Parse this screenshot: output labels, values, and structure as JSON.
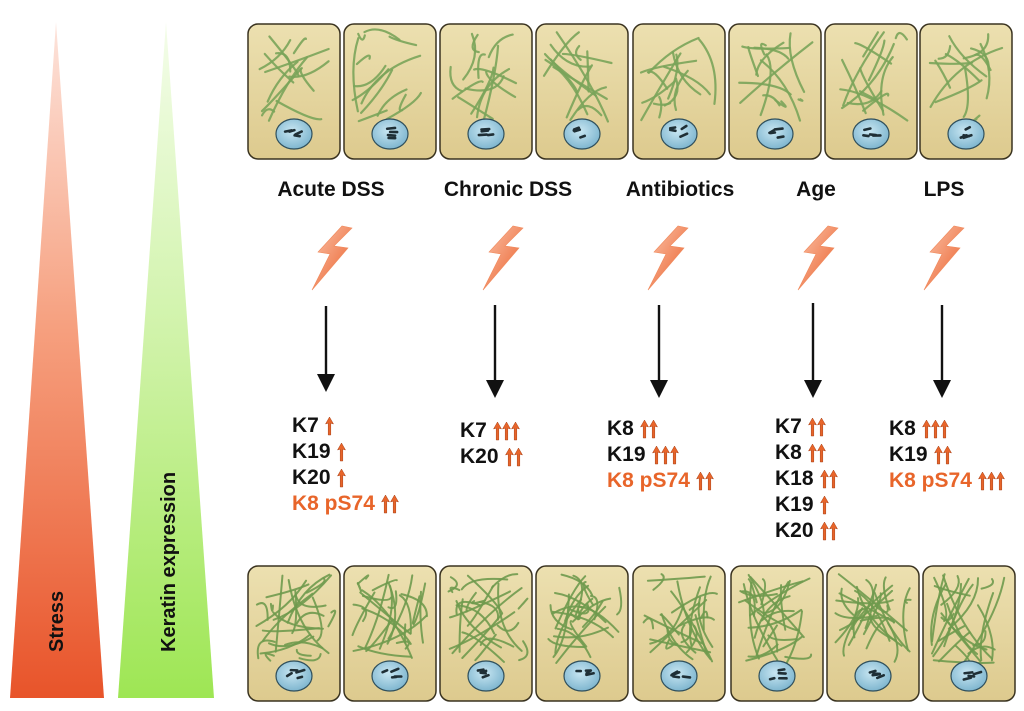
{
  "left_labels": {
    "stress": "Stress",
    "keratin": "Keratin expression"
  },
  "colors": {
    "stress": "#e85a2a",
    "keratin": "#9ee85a",
    "cell": "#e6d6a2",
    "highlight": "#e8652a"
  },
  "conditions": [
    {
      "name": "Acute DSS",
      "keratins": [
        {
          "label": "K7",
          "arrows": 1,
          "highlight": false
        },
        {
          "label": "K19",
          "arrows": 1,
          "highlight": false
        },
        {
          "label": "K20",
          "arrows": 1,
          "highlight": false
        },
        {
          "label": "K8 pS74",
          "arrows": 2,
          "highlight": true
        }
      ]
    },
    {
      "name": "Chronic DSS",
      "keratins": [
        {
          "label": "K7",
          "arrows": 3,
          "highlight": false
        },
        {
          "label": "K20",
          "arrows": 2,
          "highlight": false
        }
      ]
    },
    {
      "name": "Antibiotics",
      "keratins": [
        {
          "label": "K8",
          "arrows": 2,
          "highlight": false
        },
        {
          "label": "K19",
          "arrows": 3,
          "highlight": false
        },
        {
          "label": "K8 pS74",
          "arrows": 2,
          "highlight": true
        }
      ]
    },
    {
      "name": "Age",
      "keratins": [
        {
          "label": "K7",
          "arrows": 2,
          "highlight": false
        },
        {
          "label": "K8",
          "arrows": 2,
          "highlight": false
        },
        {
          "label": "K18",
          "arrows": 2,
          "highlight": false
        },
        {
          "label": "K19",
          "arrows": 1,
          "highlight": false
        },
        {
          "label": "K20",
          "arrows": 2,
          "highlight": false
        }
      ]
    },
    {
      "name": "LPS",
      "keratins": [
        {
          "label": "K8",
          "arrows": 3,
          "highlight": false
        },
        {
          "label": "K19",
          "arrows": 2,
          "highlight": false
        },
        {
          "label": "K8 pS74",
          "arrows": 3,
          "highlight": true
        }
      ]
    }
  ]
}
